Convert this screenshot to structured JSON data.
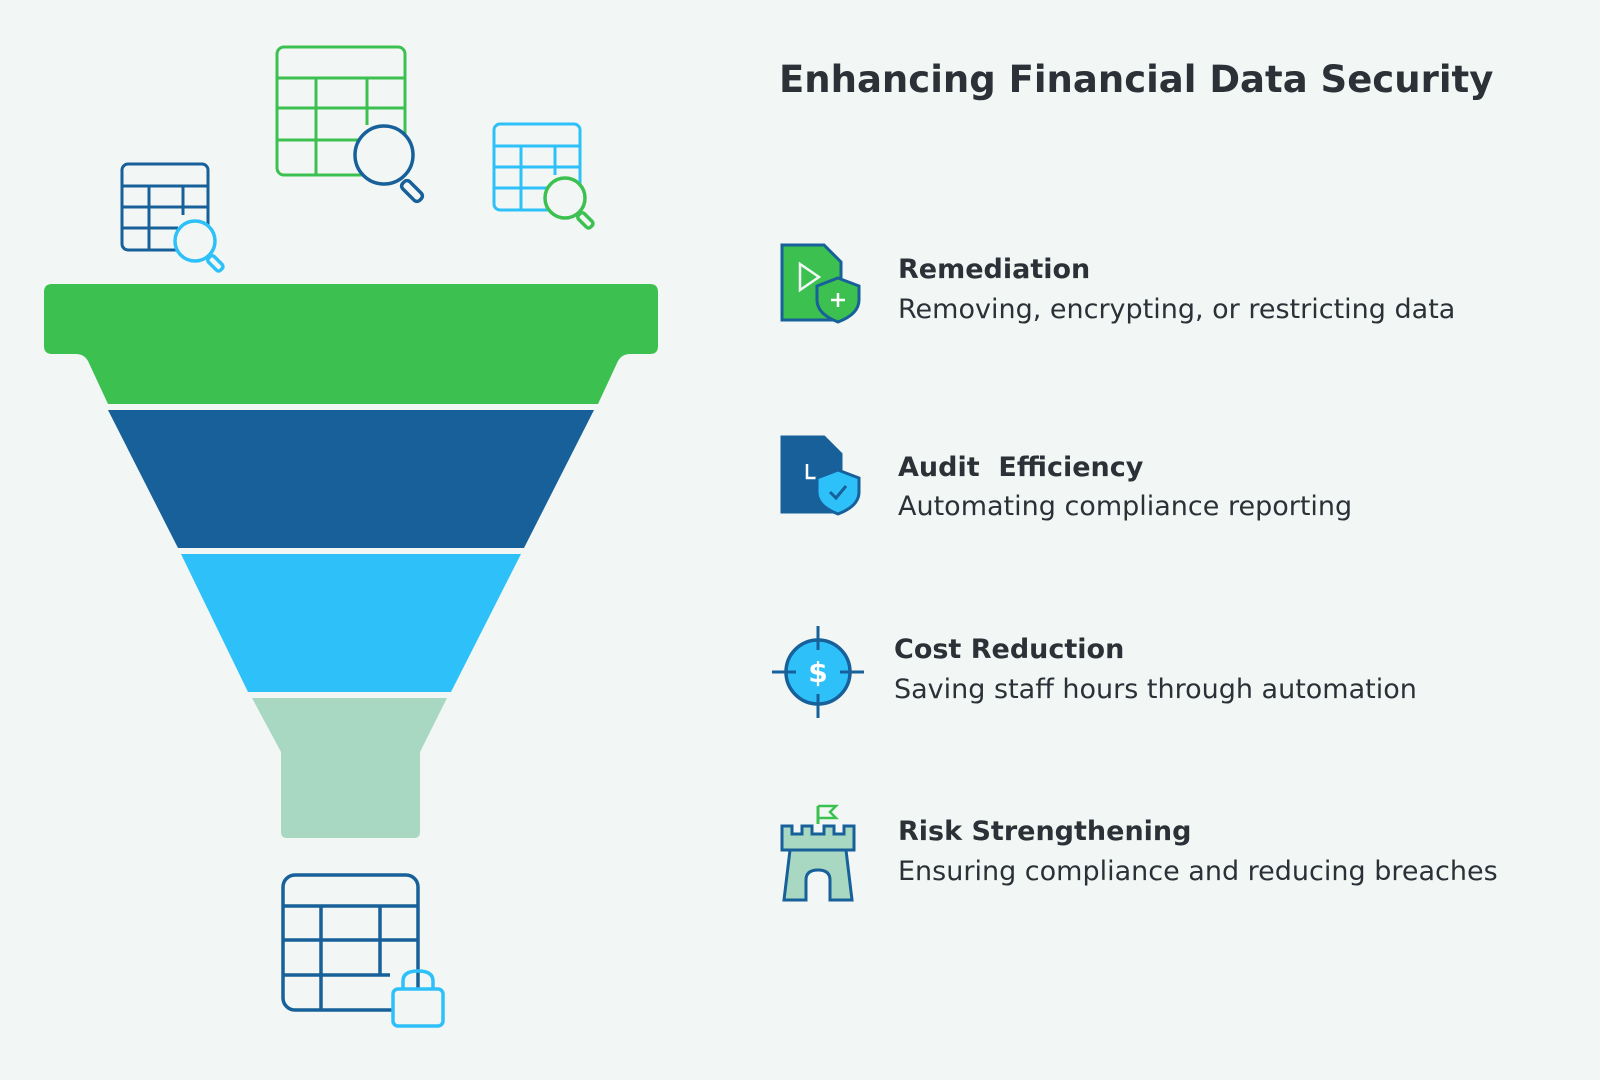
{
  "title": "Enhancing Financial Data Security",
  "colors": {
    "background": "#f2f7f5",
    "green": "#3cc150",
    "dark_blue": "#17609a",
    "light_blue": "#2ec1f9",
    "mint": "#a8d7c2",
    "text": "#2b3137"
  },
  "funnel": {
    "layers": [
      {
        "color": "#3cc150"
      },
      {
        "color": "#17609a"
      },
      {
        "color": "#2ec1f9"
      },
      {
        "color": "#a8d7c2"
      }
    ]
  },
  "items": [
    {
      "icon": "document-shield-plus-icon",
      "heading": "Remediation",
      "description": "Removing, encrypting, or restricting data"
    },
    {
      "icon": "document-shield-check-icon",
      "heading": "Audit  Efficiency",
      "description": "Automating compliance reporting"
    },
    {
      "icon": "dollar-target-icon",
      "heading": "Cost Reduction",
      "description": "Saving staff hours through automation"
    },
    {
      "icon": "castle-tower-flag-icon",
      "heading": "Risk Strengthening",
      "description": "Ensuring compliance and reducing breaches"
    }
  ]
}
